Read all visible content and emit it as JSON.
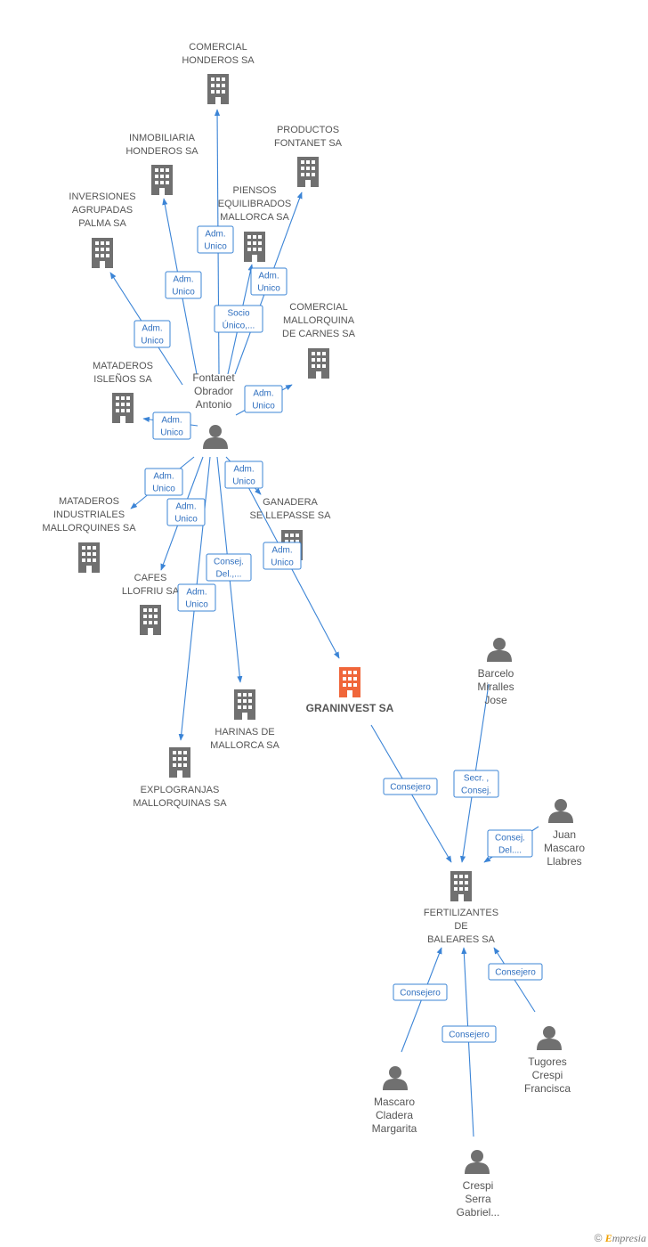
{
  "colors": {
    "company": "#707070",
    "main_company": "#f0663a",
    "person": "#707070",
    "edge": "#3b84d6"
  },
  "nodes": {
    "comercial_honderos": {
      "kind": "company",
      "lines": [
        "COMERCIAL",
        "HONDEROS SA"
      ]
    },
    "inmobiliaria": {
      "kind": "company",
      "lines": [
        "INMOBILIARIA",
        "HONDEROS SA"
      ]
    },
    "productos": {
      "kind": "company",
      "lines": [
        "PRODUCTOS",
        "FONTANET SA"
      ]
    },
    "inversiones": {
      "kind": "company",
      "lines": [
        "INVERSIONES",
        "AGRUPADAS",
        "PALMA SA"
      ]
    },
    "piensos": {
      "kind": "company",
      "lines": [
        "PIENSOS",
        "EQUILIBRADOS",
        "MALLORCA SA"
      ]
    },
    "comercial_mallorquina": {
      "kind": "company",
      "lines": [
        "COMERCIAL",
        "MALLORQUINA",
        "DE CARNES SA"
      ]
    },
    "mataderos_islenos": {
      "kind": "company",
      "lines": [
        "MATADEROS",
        "ISLEÑOS SA"
      ]
    },
    "fontanet": {
      "kind": "person",
      "lines": [
        "Fontanet",
        "Obrador",
        "Antonio"
      ]
    },
    "ganadera": {
      "kind": "company",
      "lines": [
        "GANADERA",
        "SE LLEPASSE SA"
      ]
    },
    "mataderos_industriales": {
      "kind": "company",
      "lines": [
        "MATADEROS",
        "INDUSTRIALES",
        "MALLORQUINES SA"
      ]
    },
    "cafes": {
      "kind": "company",
      "lines": [
        "CAFES",
        "LLOFRIU SA"
      ]
    },
    "graninvest": {
      "kind": "main",
      "lines": [
        "GRANINVEST SA"
      ]
    },
    "harinas": {
      "kind": "company",
      "lines": [
        "HARINAS DE",
        "MALLORCA SA"
      ]
    },
    "explogranjas": {
      "kind": "company",
      "lines": [
        "EXPLOGRANJAS",
        "MALLORQUINAS SA"
      ]
    },
    "barcelo": {
      "kind": "person",
      "lines": [
        "Barcelo",
        "Miralles",
        "Jose"
      ]
    },
    "juan": {
      "kind": "person",
      "lines": [
        "Juan",
        "Mascaro",
        "Llabres"
      ]
    },
    "fertilizantes": {
      "kind": "company",
      "lines": [
        "FERTILIZANTES",
        "DE",
        "BALEARES SA"
      ]
    },
    "tugores": {
      "kind": "person",
      "lines": [
        "Tugores",
        "Crespi",
        "Francisca"
      ]
    },
    "mascaro_cladera": {
      "kind": "person",
      "lines": [
        "Mascaro",
        "Cladera",
        "Margarita"
      ]
    },
    "crespi_serra": {
      "kind": "person",
      "lines": [
        "Crespi",
        "Serra",
        "Gabriel..."
      ]
    }
  },
  "edges": [
    {
      "from": "fontanet",
      "to": "comercial_honderos",
      "lines": [
        "Adm.",
        "Unico"
      ]
    },
    {
      "from": "fontanet",
      "to": "inmobiliaria",
      "lines": [
        "Adm.",
        "Unico"
      ]
    },
    {
      "from": "fontanet",
      "to": "inversiones",
      "lines": [
        "Adm.",
        "Unico"
      ]
    },
    {
      "from": "fontanet",
      "to": "piensos",
      "lines": [
        "Socio",
        "Único,..."
      ]
    },
    {
      "from": "fontanet",
      "to": "productos",
      "lines": [
        "Adm.",
        "Unico"
      ]
    },
    {
      "from": "fontanet",
      "to": "comercial_mallorquina",
      "lines": [
        "Adm.",
        "Unico"
      ]
    },
    {
      "from": "fontanet",
      "to": "mataderos_islenos",
      "lines": [
        "Adm.",
        "Unico"
      ]
    },
    {
      "from": "fontanet",
      "to": "mataderos_industriales",
      "lines": [
        "Adm.",
        "Unico"
      ]
    },
    {
      "from": "fontanet",
      "to": "ganadera",
      "lines": [
        "Adm.",
        "Unico"
      ]
    },
    {
      "from": "fontanet",
      "to": "cafes",
      "lines": [
        "Adm.",
        "Unico"
      ]
    },
    {
      "from": "fontanet",
      "to": "harinas",
      "lines": [
        "Consej.",
        "Del.,..."
      ]
    },
    {
      "from": "fontanet",
      "to": "graninvest",
      "lines": [
        "Adm.",
        "Unico"
      ]
    },
    {
      "from": "fontanet",
      "to": "explogranjas",
      "lines": [
        "Adm.",
        "Unico"
      ]
    },
    {
      "from": "graninvest",
      "to": "fertilizantes",
      "lines": [
        "Consejero"
      ]
    },
    {
      "from": "barcelo",
      "to": "fertilizantes",
      "lines": [
        "Secr. ,",
        "Consej."
      ]
    },
    {
      "from": "juan",
      "to": "fertilizantes",
      "lines": [
        "Consej.",
        "Del...."
      ]
    },
    {
      "from": "mascaro_cladera",
      "to": "fertilizantes",
      "lines": [
        "Consejero"
      ]
    },
    {
      "from": "crespi_serra",
      "to": "fertilizantes",
      "lines": [
        "Consejero"
      ]
    },
    {
      "from": "tugores",
      "to": "fertilizantes",
      "lines": [
        "Consejero"
      ]
    }
  ],
  "footer": {
    "copyright": "©",
    "brand_first": "E",
    "brand_rest": "mpresia"
  }
}
